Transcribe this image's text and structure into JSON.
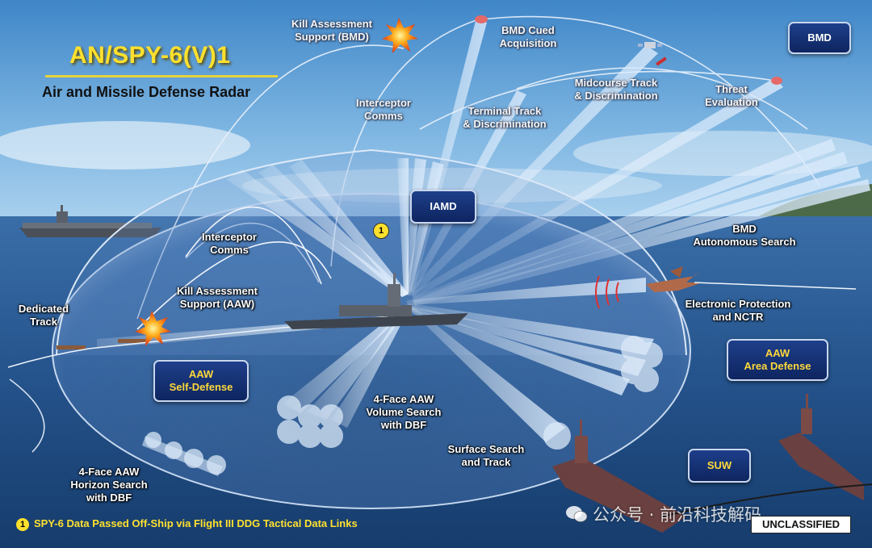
{
  "title": "AN/SPY-6(V)1",
  "subtitle": "Air and Missile Defense Radar",
  "labels": {
    "kill_assessment_bmd": "Kill Assessment\nSupport (BMD)",
    "bmd_cued": "BMD Cued\nAcquisition",
    "interceptor_comms_upper": "Interceptor\nComms",
    "terminal_track": "Terminal Track\n& Discrimination",
    "midcourse_track": "Midcourse Track\n& Discrimination",
    "threat_eval": "Threat\nEvaluation",
    "interceptor_comms_lower": "Interceptor\nComms",
    "bmd_autonomous": "BMD\nAutonomous Search",
    "kill_assessment_aaw": "Kill Assessment\nSupport (AAW)",
    "dedicated_track": "Dedicated\nTrack",
    "electronic_protection": "Electronic Protection\nand NCTR",
    "volume_search": "4-Face AAW\nVolume Search\nwith DBF",
    "surface_search": "Surface Search\nand Track",
    "horizon_search": "4-Face AAW\nHorizon Search\nwith DBF"
  },
  "badges": {
    "bmd": "BMD",
    "iamd": "IAMD",
    "aaw_self": "AAW\nSelf-Defense",
    "aaw_area": "AAW\nArea Defense",
    "suw": "SUW"
  },
  "marker": "1",
  "footnote": "SPY-6 Data Passed Off-Ship via Flight III DDG Tactical Data Links",
  "classification": "UNCLASSIFIED",
  "watermark": "公众号 · 前沿科技解码",
  "colors": {
    "title": "#ffe02e",
    "badge_bg": "#16327a",
    "sea": "#24518a",
    "sky": "#5fa0d6",
    "beam": "#b9d6f2",
    "badge_text_yellow": "#ffd83a"
  },
  "icons": [
    "explosion-icon",
    "ship-icon",
    "aircraft-carrier-icon",
    "fighter-jet-icon",
    "missile-icon",
    "satellite-icon",
    "wechat-logo-icon"
  ]
}
